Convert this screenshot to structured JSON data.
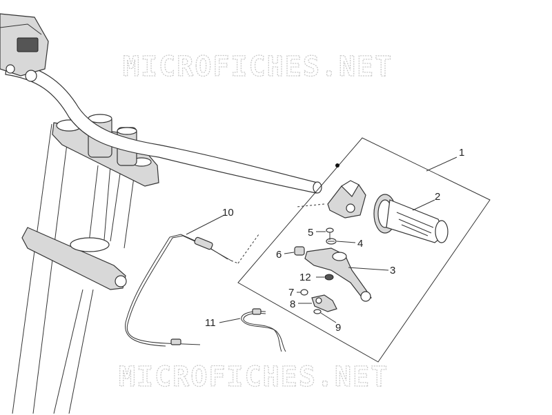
{
  "watermark": {
    "text": "MICROFICHES.NET"
  },
  "callouts": [
    {
      "id": "1",
      "label": "1"
    },
    {
      "id": "2",
      "label": "2"
    },
    {
      "id": "3",
      "label": "3"
    },
    {
      "id": "4",
      "label": "4"
    },
    {
      "id": "5",
      "label": "5"
    },
    {
      "id": "6",
      "label": "6"
    },
    {
      "id": "7",
      "label": "7"
    },
    {
      "id": "8",
      "label": "8"
    },
    {
      "id": "9",
      "label": "9"
    },
    {
      "id": "10",
      "label": "10"
    },
    {
      "id": "11",
      "label": "11"
    },
    {
      "id": "12",
      "label": "12"
    }
  ]
}
